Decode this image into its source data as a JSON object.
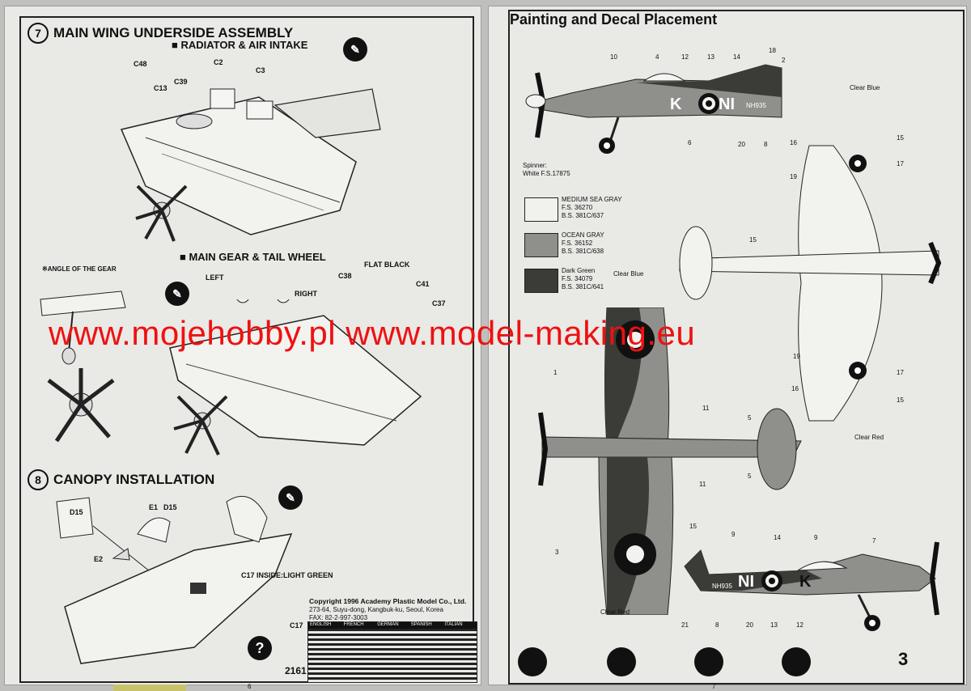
{
  "left_page": {
    "step7": {
      "number": "7",
      "title": "MAIN WING UNDERSIDE ASSEMBLY"
    },
    "radiator_heading": "RADIATOR & AIR INTAKE",
    "main_gear_heading": "MAIN GEAR & TAIL WHEEL",
    "angle_of_gear": "ANGLE OF THE GEAR",
    "parts": {
      "c48": "C48",
      "c13": "C13",
      "c39": "C39",
      "c2": "C2",
      "c3": "C3",
      "c38": "C38",
      "c41": "C41",
      "c37": "C37",
      "e1": "E1",
      "d15_a": "D15",
      "d15_b": "D15",
      "e2": "E2",
      "c17": "C17"
    },
    "left_label": "LEFT",
    "right_label": "RIGHT",
    "flat_black": "FLAT BLACK",
    "step8": {
      "number": "8",
      "title": "CANOPY INSTALLATION"
    },
    "c17_inside": "C17 INSIDE:LIGHT GREEN",
    "copyright": {
      "line1": "Copyright 1996 Academy Plastic Model Co., Ltd.",
      "line2": "273-64, Suyu-dong, Kangbuk-ku, Seoul, Korea",
      "line3": "FAX: 82-2-997-3003"
    },
    "languages": [
      "ENGLISH",
      "FRENCH",
      "GERMAN",
      "SPANISH",
      "ITALIAN"
    ],
    "kit_number": "2161",
    "page_number": "6"
  },
  "right_page": {
    "title": "Painting and Decal Placement",
    "spinner": "Spinner:",
    "spinner_color": "White F.S.17875",
    "aircraft_codes": {
      "k": "K",
      "ni": "NI",
      "serial": "NH935",
      "serial2": "NH935"
    },
    "colors": [
      {
        "name": "MEDIUM SEA GRAY",
        "fs": "F.S. 36270",
        "bs": "B.S. 381C/637",
        "hex": "#f1f1ee"
      },
      {
        "name": "OCEAN GRAY",
        "fs": "F.S. 36152",
        "bs": "B.S. 381C/638",
        "hex": "#8f8f8c"
      },
      {
        "name": "Dark Green",
        "fs": "F.S. 34079",
        "bs": "B.S. 381C/641",
        "hex": "#3b3c38"
      }
    ],
    "clear_labels": {
      "blue1": "Clear Blue",
      "blue2": "Clear Blue",
      "red1": "Clear Red",
      "red2": "Clear Red"
    },
    "callouts": [
      "10",
      "4",
      "12",
      "13",
      "14",
      "18",
      "2",
      "6",
      "20",
      "8",
      "15",
      "16",
      "17",
      "19",
      "15",
      "1",
      "11",
      "5",
      "5",
      "11",
      "3",
      "9",
      "14",
      "9",
      "7",
      "21",
      "8",
      "20",
      "13",
      "12",
      "15",
      "19",
      "16",
      "17",
      "15"
    ],
    "page_number": "7",
    "final_step": "3"
  },
  "watermark": "www.mojehobby.pl www.model-making.eu",
  "colors": {
    "watermark": "#ee1111",
    "paper": "#e9e9e6",
    "ink": "#111111"
  }
}
